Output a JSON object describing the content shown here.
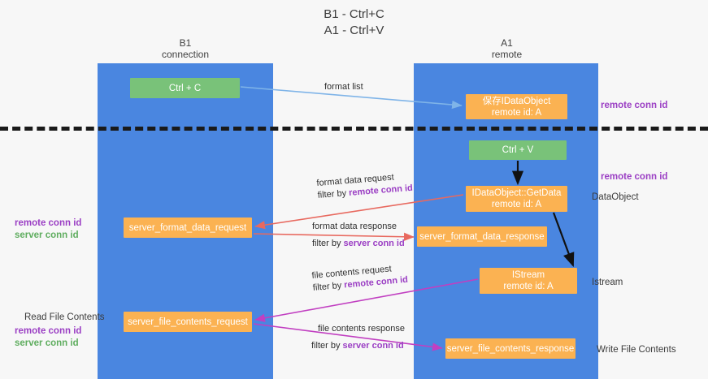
{
  "title": {
    "line1": "B1 - Ctrl+C",
    "line2": "A1 - Ctrl+V"
  },
  "columns": {
    "left": {
      "name": "B1",
      "role": "connection"
    },
    "right": {
      "name": "A1",
      "role": "remote"
    }
  },
  "nodes": {
    "ctrl_c": {
      "label": "Ctrl + C",
      "color": "#79c279"
    },
    "save_idataobject": {
      "line1": "保存IDataObject",
      "line2": "remote id: A",
      "color": "#fbb252"
    },
    "ctrl_v": {
      "label": "Ctrl + V",
      "color": "#79c279"
    },
    "getdata": {
      "line1": "IDataObject::GetData",
      "line2": "remote id: A",
      "color": "#fbb252"
    },
    "server_format_data_request": {
      "label": "server_format_data_request",
      "color": "#fbb252"
    },
    "server_format_data_response": {
      "label": "server_format_data_response",
      "color": "#fbb252"
    },
    "istream": {
      "line1": "IStream",
      "line2": "remote id: A",
      "color": "#fbb252"
    },
    "server_file_contents_request": {
      "label": "server_file_contents_request",
      "color": "#fbb252"
    },
    "server_file_contents_response": {
      "label": "server_file_contents_response",
      "color": "#fbb252"
    }
  },
  "edge_labels": {
    "format_list": "format list",
    "format_data_request": "format data request",
    "format_data_request_filter_prefix": "filter by ",
    "format_data_request_filter_value": "remote conn id",
    "format_data_response": "format data response",
    "format_data_response_filter_prefix": "filter by ",
    "format_data_response_filter_value": "server conn id",
    "file_contents_request": "file contents request",
    "file_contents_request_filter_prefix": "filter by ",
    "file_contents_request_filter_value": "remote conn id",
    "file_contents_response": "file contents response",
    "file_contents_response_filter_prefix": "filter by ",
    "file_contents_response_filter_value": "server conn id"
  },
  "side_labels": {
    "right_remote_conn_id_top": "remote conn id",
    "right_remote_conn_id_mid": "remote conn id",
    "right_dataobject": "DataObject",
    "right_istream": "Istream",
    "right_write_file_contents": "Write File Contents",
    "left_remote_conn_id_a": "remote conn id",
    "left_server_conn_id_a": "server conn id",
    "left_read_file_contents": "Read File Contents",
    "left_remote_conn_id_b": "remote conn id",
    "left_server_conn_id_b": "server conn id"
  },
  "colors": {
    "band": "#4a86e0",
    "green_node": "#79c279",
    "orange_node": "#fbb252",
    "purple_text": "#9b3fc4",
    "green_text": "#5fad5f",
    "arrow_blue": "#7fb4e8",
    "arrow_red": "#e8695f",
    "arrow_magenta": "#c13fc1",
    "arrow_black": "#111111",
    "divider": "#1a1a1a",
    "background": "#f7f7f7"
  }
}
